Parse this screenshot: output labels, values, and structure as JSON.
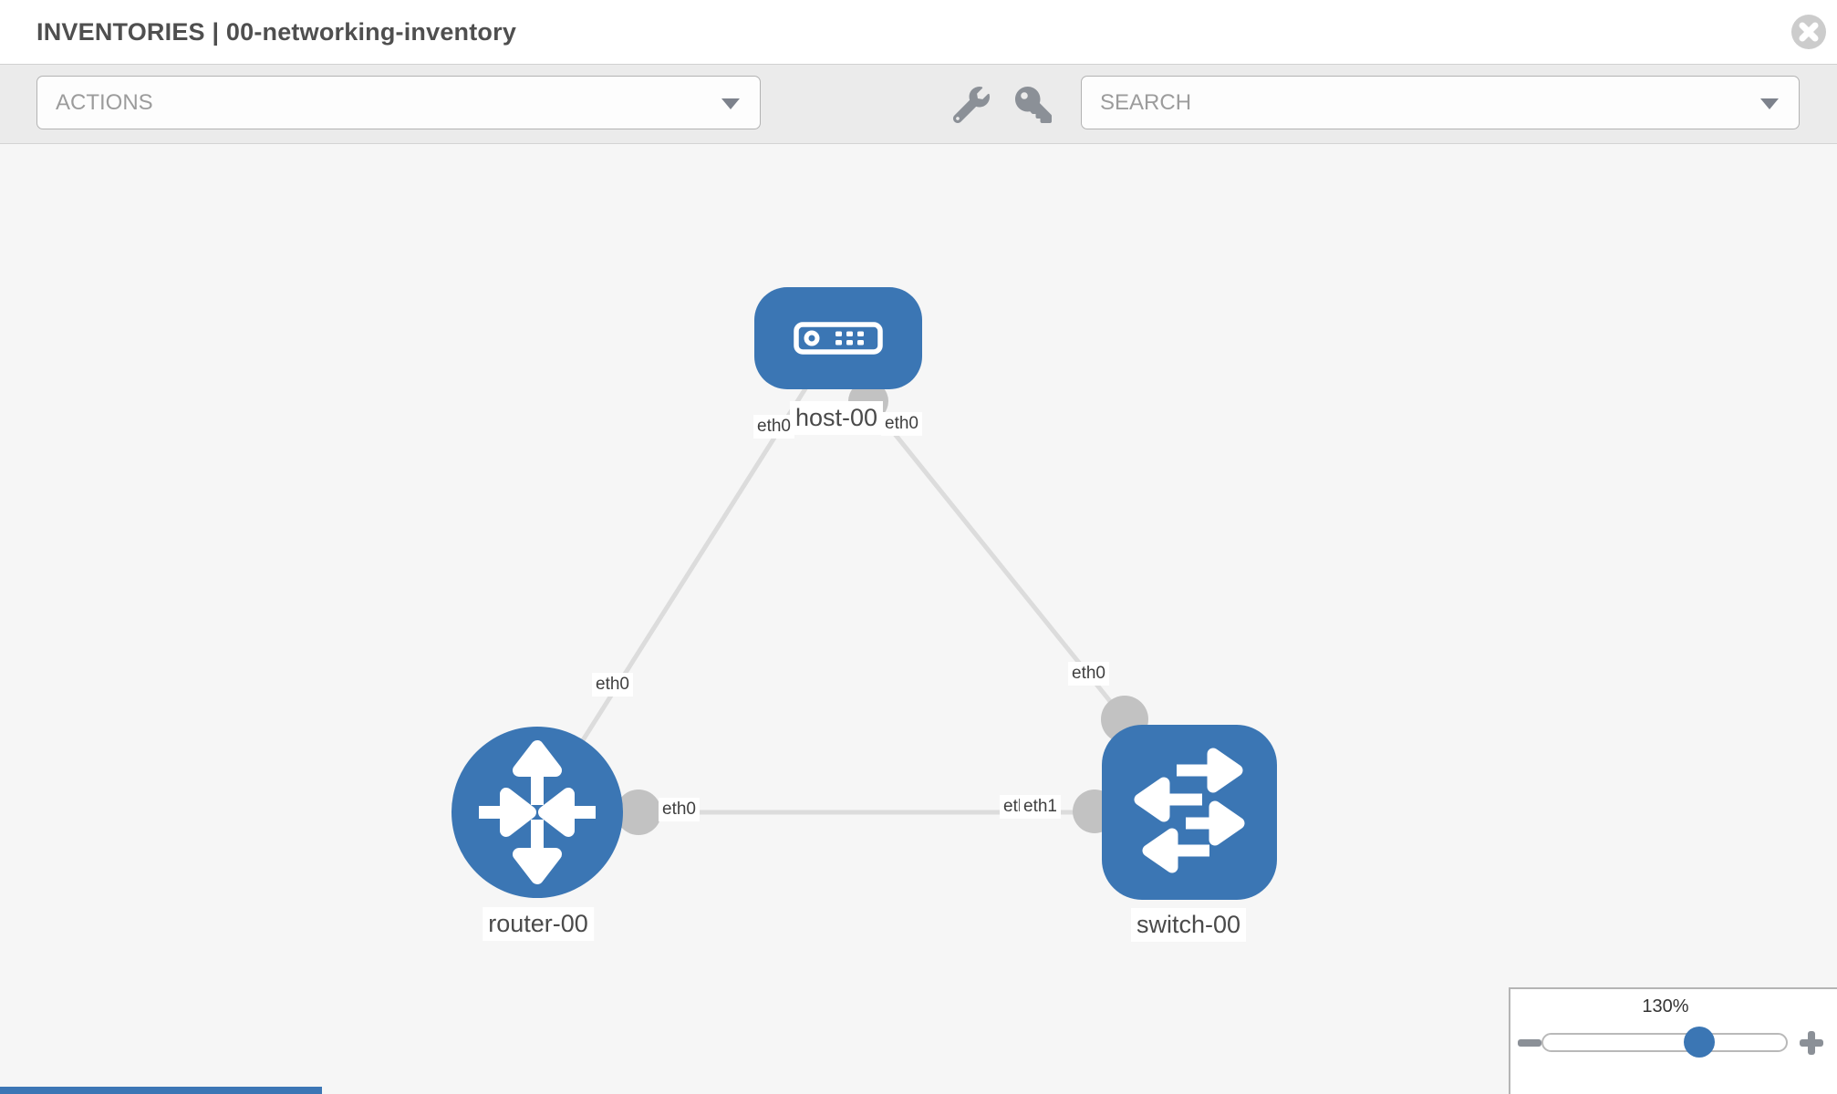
{
  "header": {
    "title": "INVENTORIES | 00-networking-inventory"
  },
  "toolbar": {
    "actions_placeholder": "ACTIONS",
    "search_placeholder": "SEARCH",
    "icons": [
      "wrench-icon",
      "key-icon"
    ]
  },
  "topology": {
    "nodes": [
      {
        "name": "host-00",
        "type": "host"
      },
      {
        "name": "router-00",
        "type": "router"
      },
      {
        "name": "switch-00",
        "type": "switch"
      }
    ],
    "links": [
      {
        "source": "host-00",
        "source_interface": "eth0",
        "target": "router-00",
        "target_interface": "eth0"
      },
      {
        "source": "host-00",
        "source_interface": "eth0",
        "target": "switch-00",
        "target_interface": "eth0"
      },
      {
        "source": "router-00",
        "source_interface": "eth0",
        "target": "switch-00",
        "target_interface": "eth1",
        "overlapped_interface_label": "eth0"
      }
    ]
  },
  "zoom_control": {
    "level": "130%"
  },
  "colors": {
    "node_blue": "#3b76b4",
    "link_gray": "#dcdcdc",
    "connector_gray": "#c2c2c2",
    "toolbar_bg": "#ebebeb",
    "canvas_bg": "#f6f6f6",
    "label_text": "#4a4a4a"
  }
}
